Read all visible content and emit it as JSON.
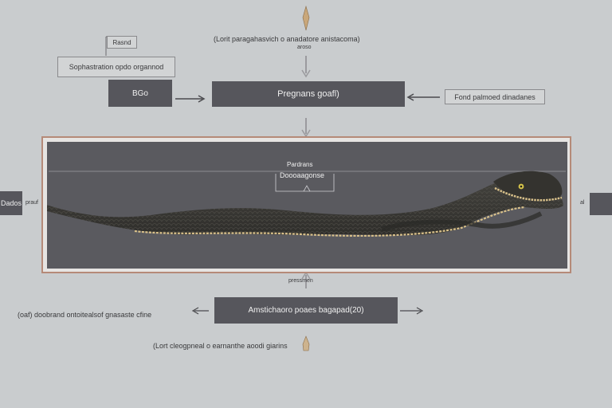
{
  "top_annotation": "(Lorit paragahasvich o anadatore anistacoma)",
  "top_annotation_sub": "aroso",
  "tag_small": "Rasnd",
  "left_label_box": "Sophastration opdo organnod",
  "box_b": "BGo",
  "center_box": "Pregnans goafl)",
  "right_label": "Fond palmoed dinadanes",
  "panel_title": "Pardrans",
  "panel_subtitle": "Doooaagonse",
  "side_left_box": "Dados",
  "side_left_tag": "prauf",
  "side_right_tag": "al",
  "under_panel_label": "pressmen",
  "bottom_left_text": "(oaf) doobrand ontoitealsof gnasaste cfine",
  "bottom_box": "Amstichaoro poaes bagapad(20)",
  "bottom_caption": "(Lort cleogpneal o earnanthe aoodi giarins",
  "colors": {
    "background": "#c9ccce",
    "dark_box": "#56565c",
    "frame_border": "#b58a78",
    "snake_body": "#3b3a37",
    "snake_belly": "#d8c08a",
    "snake_eye": "#d4c24a"
  }
}
